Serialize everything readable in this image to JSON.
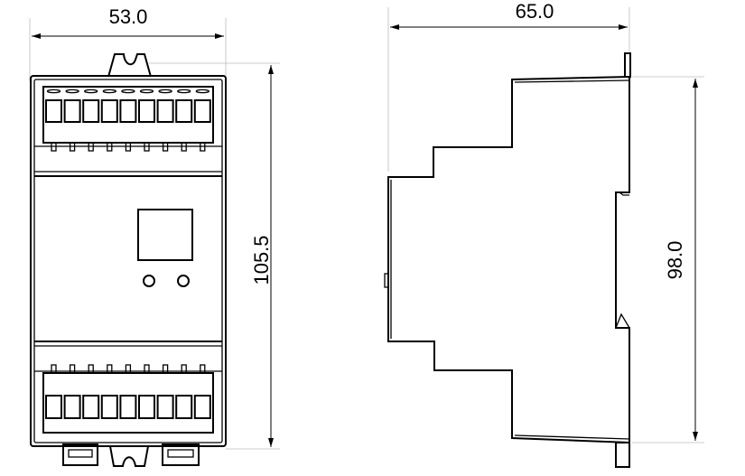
{
  "front_view": {
    "width_label": "53.0",
    "height_label": "105.5",
    "terminal_count": 9
  },
  "side_view": {
    "depth_label": "65.0",
    "height_label": "98.0"
  }
}
